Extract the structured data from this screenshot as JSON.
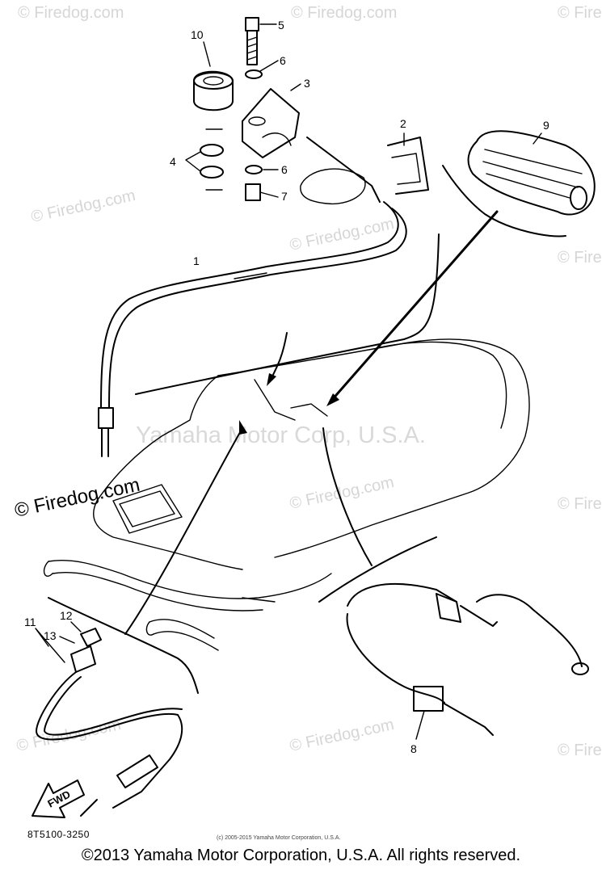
{
  "diagram": {
    "watermark_center": "Yamaha Motor Corp, U.S.A.",
    "watermark_site": "© Firedog.com",
    "part_code": "8T5100-3250",
    "small_copyright": "(c) 2005-2015 Yamaha Motor Corporation, U.S.A.",
    "fwd_label": "FWD",
    "callouts": [
      "1",
      "2",
      "3",
      "4",
      "5",
      "6",
      "6",
      "7",
      "8",
      "9",
      "10",
      "11",
      "12",
      "13"
    ]
  },
  "footer": {
    "copyright": "©2013 Yamaha Motor Corporation, U.S.A. All rights reserved."
  }
}
